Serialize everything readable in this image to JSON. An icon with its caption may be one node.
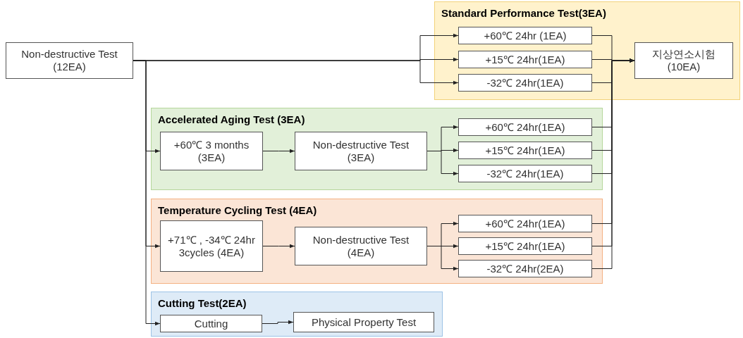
{
  "diagram": {
    "nodes": [
      {
        "text": [
          "Non-destructive Test (12EA)"
        ]
      },
      {
        "text": [
          "Standard Performance Test(3EA)"
        ]
      },
      {
        "text": [
          "+60℃ 24hr (1EA)"
        ],
        "in": 1
      },
      {
        "text": [
          "+15℃ 24hr(1EA)"
        ],
        "in": 1
      },
      {
        "text": [
          "-32℃ 24hr(1EA)"
        ],
        "in": 1
      },
      {
        "text": [
          "지상연소시험 (10EA)"
        ],
        "in": 1
      },
      {
        "text": [
          "Accelerated Aging Test (3EA)"
        ]
      },
      {
        "text": [
          "+60℃ 3 months (3EA)"
        ],
        "in": 6
      },
      {
        "text": [
          "Non-destructive Test (3EA)"
        ],
        "in": 6
      },
      {
        "text": [
          "+60℃ 24hr(1EA)"
        ],
        "in": 6
      },
      {
        "text": [
          "+15℃ 24hr(1EA)"
        ],
        "in": 6
      },
      {
        "text": [
          "-32℃ 24hr(1EA)"
        ],
        "in": 6
      },
      {
        "text": [
          "Temperature Cycling Test (4EA)"
        ]
      },
      {
        "text": [
          "+71℃ , -34℃ 24hr 3cycles (4EA)"
        ],
        "in": 12
      },
      {
        "text": [
          "Non-destructive Test (4EA)"
        ],
        "in": 12
      },
      {
        "text": [
          "+60℃ 24hr(1EA)"
        ],
        "in": 12
      },
      {
        "text": [
          "+15℃ 24hr(1EA)"
        ],
        "in": 12
      },
      {
        "text": [
          "-32℃ 24hr(2EA)"
        ],
        "in": 12
      },
      {
        "text": [
          "Cutting Test(2EA)"
        ]
      },
      {
        "text": [
          "Cutting"
        ],
        "in": 18
      },
      {
        "text": [
          "Physical Property Test"
        ],
        "in": 18
      }
    ],
    "edges": [
      {
        "from": 0,
        "to": 2,
        "arrow": "to"
      },
      {
        "from": 0,
        "to": 3,
        "arrow": "to"
      },
      {
        "from": 0,
        "to": 4,
        "arrow": "to"
      },
      {
        "from": 0,
        "to": 7,
        "arrow": "to"
      },
      {
        "from": 0,
        "to": 13,
        "arrow": "to"
      },
      {
        "from": 0,
        "to": 19,
        "arrow": "to"
      },
      {
        "from": 7,
        "to": 8,
        "arrow": "to"
      },
      {
        "from": 8,
        "to": 9,
        "arrow": "to"
      },
      {
        "from": 8,
        "to": 10,
        "arrow": "to"
      },
      {
        "from": 8,
        "to": 11,
        "arrow": "to"
      },
      {
        "from": 13,
        "to": 14,
        "arrow": "to"
      },
      {
        "from": 14,
        "to": 15,
        "arrow": "to"
      },
      {
        "from": 14,
        "to": 16,
        "arrow": "to"
      },
      {
        "from": 14,
        "to": 17,
        "arrow": "to"
      },
      {
        "from": 19,
        "to": 20,
        "arrow": "to"
      },
      {
        "from": 2,
        "to": 5,
        "arrow": "to"
      },
      {
        "from": 3,
        "to": 5,
        "arrow": "to"
      },
      {
        "from": 4,
        "to": 5,
        "arrow": "to"
      },
      {
        "from": 9,
        "to": 5,
        "arrow": "to"
      },
      {
        "from": 10,
        "to": 5,
        "arrow": "to"
      },
      {
        "from": 11,
        "to": 5,
        "arrow": "to"
      },
      {
        "from": 15,
        "to": 5,
        "arrow": "to"
      },
      {
        "from": 16,
        "to": 5,
        "arrow": "to"
      },
      {
        "from": 17,
        "to": 5,
        "arrow": "to"
      }
    ]
  }
}
